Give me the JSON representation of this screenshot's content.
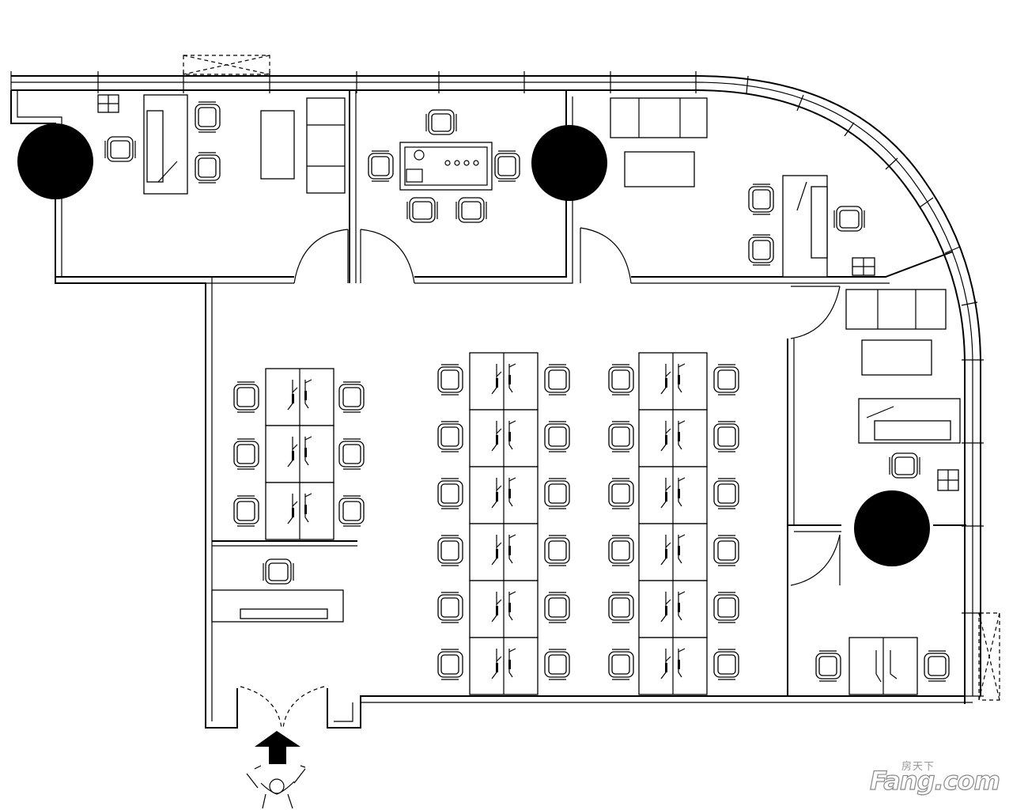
{
  "watermark": {
    "chinese": "房天下",
    "brand": "Fang.com",
    "text_color": "#8a8a8a"
  },
  "plan": {
    "line_color": "#000000",
    "background": "#ffffff",
    "pillar_count": 4,
    "entrance_marker": "arrow-up-icon"
  }
}
